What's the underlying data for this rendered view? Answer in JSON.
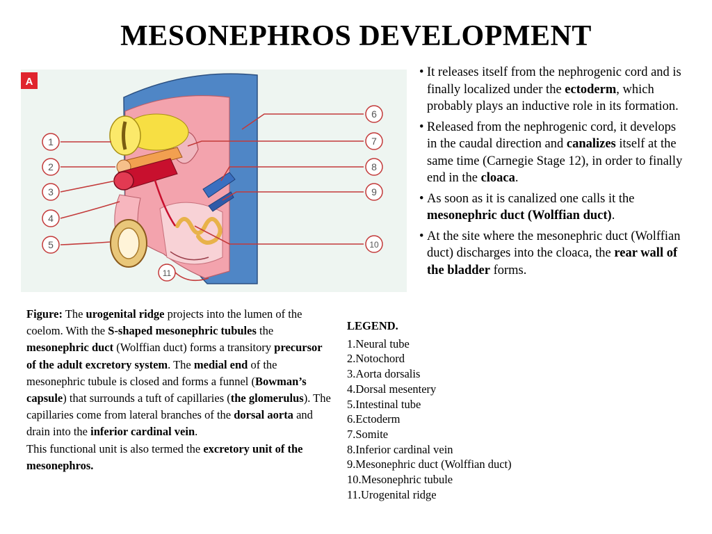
{
  "title": "MESONEPHROS DEVELOPMENT",
  "figure": {
    "panel_letter": "A",
    "callouts": [
      "1",
      "2",
      "3",
      "4",
      "5",
      "6",
      "7",
      "8",
      "9",
      "10",
      "11"
    ]
  },
  "bullets": [
    {
      "parts": [
        {
          "t": "It releases itself from the nephrogenic cord and is finally localized under the "
        },
        {
          "t": "ectoderm",
          "b": true
        },
        {
          "t": ", which probably plays an inductive role in its formation."
        }
      ]
    },
    {
      "parts": [
        {
          "t": "Released from the nephrogenic cord, it develops in the caudal direction and "
        },
        {
          "t": "canalizes",
          "b": true
        },
        {
          "t": " itself at the same time (Carnegie Stage 12), in order to finally end in the "
        },
        {
          "t": "cloaca",
          "b": true
        },
        {
          "t": "."
        }
      ]
    },
    {
      "parts": [
        {
          "t": "As soon as it is canalized one calls it the "
        },
        {
          "t": "mesonephric duct (Wolffian duct)",
          "b": true
        },
        {
          "t": "."
        }
      ]
    },
    {
      "parts": [
        {
          "t": "At the site where the mesonephric duct (Wolffian duct) discharges into the cloaca, the "
        },
        {
          "t": "rear wall of the bladder",
          "b": true
        },
        {
          "t": " forms."
        }
      ]
    }
  ],
  "caption": {
    "parts": [
      {
        "t": "Figure:",
        "b": true
      },
      {
        "t": " The "
      },
      {
        "t": "urogenital ridge",
        "b": true
      },
      {
        "t": " projects into the lumen of the coelom. With the "
      },
      {
        "t": "S-shaped mesonephric tubules",
        "b": true
      },
      {
        "t": " the "
      },
      {
        "t": "mesonephric duct",
        "b": true
      },
      {
        "t": " (Wolffian duct) forms a transitory "
      },
      {
        "t": "precursor of the adult excretory system",
        "b": true
      },
      {
        "t": ". The "
      },
      {
        "t": "medial end",
        "b": true
      },
      {
        "t": " of the mesonephric tubule is closed and forms a funnel ("
      },
      {
        "t": "Bowman’s capsule",
        "b": true
      },
      {
        "t": ") that surrounds a tuft of capillaries ("
      },
      {
        "t": "the glomerulus",
        "b": true
      },
      {
        "t": "). The capillaries come from lateral branches of the "
      },
      {
        "t": "dorsal aorta",
        "b": true
      },
      {
        "t": " and drain into the "
      },
      {
        "t": "inferior cardinal vein",
        "b": true
      },
      {
        "t": "."
      },
      {
        "br": true
      },
      {
        "t": "This functional unit is also termed the "
      },
      {
        "t": "excretory unit of the mesonephros.",
        "b": true
      }
    ]
  },
  "legend": {
    "heading": "LEGEND.",
    "items": [
      "1.Neural tube",
      "2.Notochord",
      "3.Aorta dorsalis",
      "4.Dorsal mesentery",
      "5.Intestinal tube",
      "6.Ectoderm",
      "7.Somite",
      "8.Inferior cardinal vein",
      "9.Mesonephric duct (Wolffian duct)",
      "10.Mesonephric tubule",
      "11.Urogenital ridge"
    ]
  },
  "colors": {
    "ectoderm": "#4f86c6",
    "neural_tube": "#f7df43",
    "aorta": "#c8102e",
    "mesoderm": "#f3a3ad",
    "duct": "#2f5aa8",
    "tubule": "#e8b24a",
    "panel_badge": "#e0242d"
  }
}
